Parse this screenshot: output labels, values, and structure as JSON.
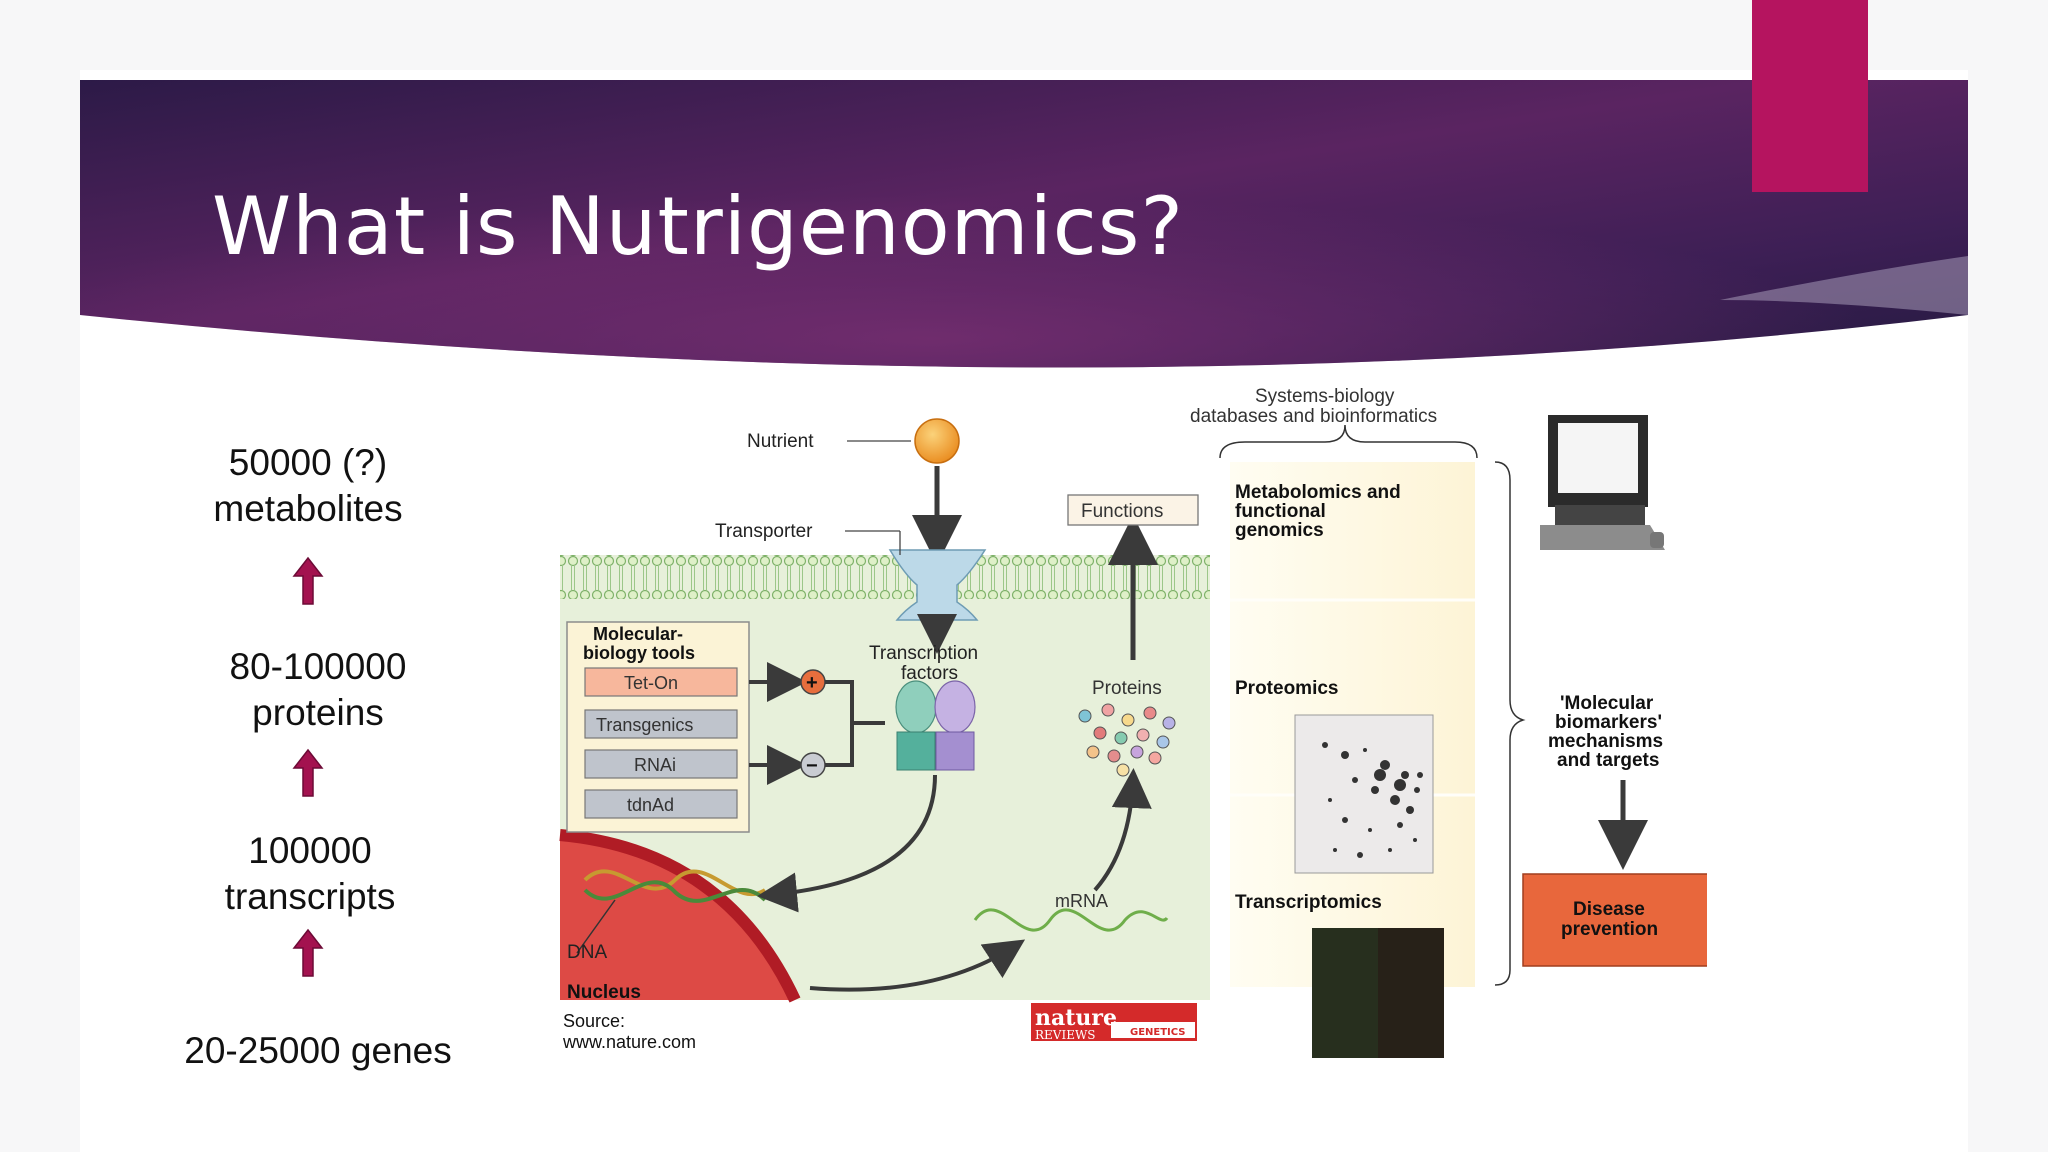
{
  "slide": {
    "title": "What is Nutrigenomics?"
  },
  "hierarchy": [
    {
      "line1": "50000 (?)",
      "line2": "metabolites"
    },
    {
      "line1": "80-100000",
      "line2": "proteins"
    },
    {
      "line1": "100000",
      "line2": "transcripts"
    },
    {
      "line1": "20-25000 genes",
      "line2": ""
    }
  ],
  "diagram": {
    "nutrient": "Nutrient",
    "transporter": "Transporter",
    "functions": "Functions",
    "systems_biology_line1": "Systems-biology",
    "systems_biology_line2": "databases and bioinformatics",
    "tools_title_line1": "Molecular-",
    "tools_title_line2": "biology tools",
    "tools": [
      "Tet-On",
      "Transgenics",
      "RNAi",
      "tdnAd"
    ],
    "transcription_factors_line1": "Transcription",
    "transcription_factors_line2": "factors",
    "proteins": "Proteins",
    "mrna": "mRNA",
    "dna": "DNA",
    "nucleus": "Nucleus",
    "metabolomics_line1": "Metabolomics and",
    "metabolomics_line2": "functional",
    "metabolomics_line3": "genomics",
    "proteomics": "Proteomics",
    "transcriptomics": "Transcriptomics",
    "biomarkers_line1": "'Molecular",
    "biomarkers_line2": "biomarkers'",
    "biomarkers_line3": "mechanisms",
    "biomarkers_line4": "and targets",
    "disease_line1": "Disease",
    "disease_line2": "prevention",
    "plus": "+",
    "minus": "−",
    "logo_line1": "nature",
    "logo_line2": "REVIEWS",
    "logo_line3": "GENETICS"
  },
  "source": {
    "line1": "Source:",
    "line2": "www.nature.com"
  },
  "colors": {
    "header_dark": "#2f1b4a",
    "header_mid": "#5e2660",
    "accent_pink": "#b5145f",
    "arrow_magenta": "#a3124f",
    "disease_box": "#e8673c",
    "cell_green": "#e6f0d8",
    "nucleus_red": "#c8252b"
  }
}
